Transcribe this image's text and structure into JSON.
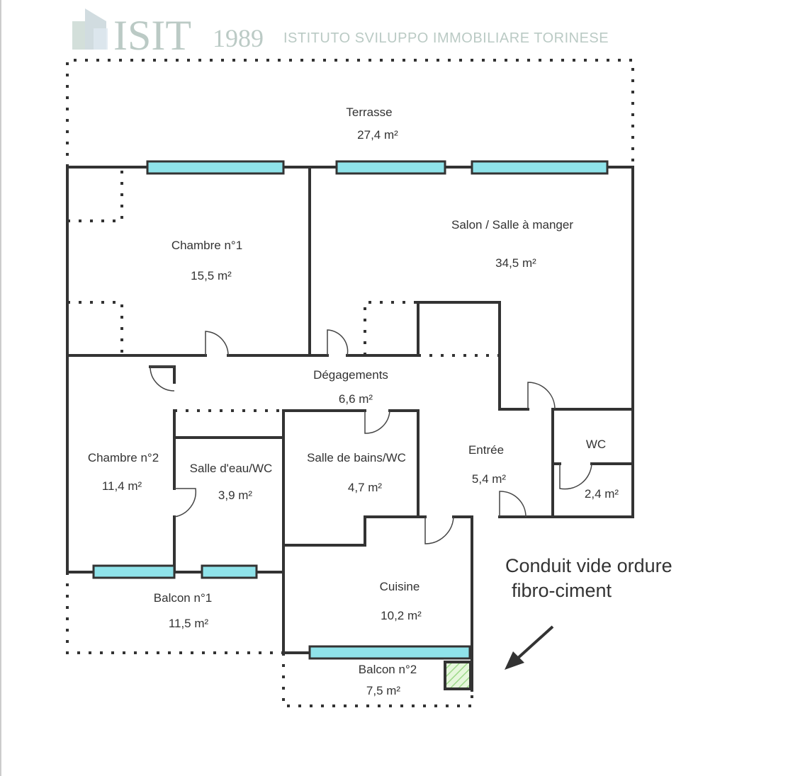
{
  "rooms": {
    "terrasse": {
      "name": "Terrasse",
      "area": "27,4  m²"
    },
    "chambre1": {
      "name": "Chambre n°1",
      "area": "15,5  m²"
    },
    "salon": {
      "name": "Salon / Salle à manger",
      "area": "34,5  m²"
    },
    "degagements": {
      "name": "Dégagements",
      "area": "6,6  m²"
    },
    "chambre2": {
      "name": "Chambre n°2",
      "area": "11,4  m²"
    },
    "salle_eau": {
      "name": "Salle d'eau/WC",
      "area": "3,9  m²"
    },
    "salle_bains": {
      "name": "Salle de bains/WC",
      "area": "4,7  m²"
    },
    "entree": {
      "name": "Entrée",
      "area": "5,4  m²"
    },
    "wc": {
      "name": "WC",
      "area": "2,4  m²"
    },
    "cuisine": {
      "name": "Cuisine",
      "area": "10,2  m²"
    },
    "balcon1": {
      "name": "Balcon n°1",
      "area": "11,5  m²"
    },
    "balcon2": {
      "name": "Balcon n°2",
      "area": "7,5  m²"
    }
  },
  "note": {
    "line1": "Conduit vide ordure",
    "line2": "fibro-ciment"
  },
  "watermark": {
    "logo": "ISIT",
    "year": "1989",
    "subtitle": "ISTITUTO SVILUPPO IMMOBILIARE TORINESE"
  },
  "colors": {
    "window": "#8fe3ea",
    "wall": "#333333",
    "duct_hatch": "#b8e6a0",
    "watermark": "#9fb5ad"
  }
}
